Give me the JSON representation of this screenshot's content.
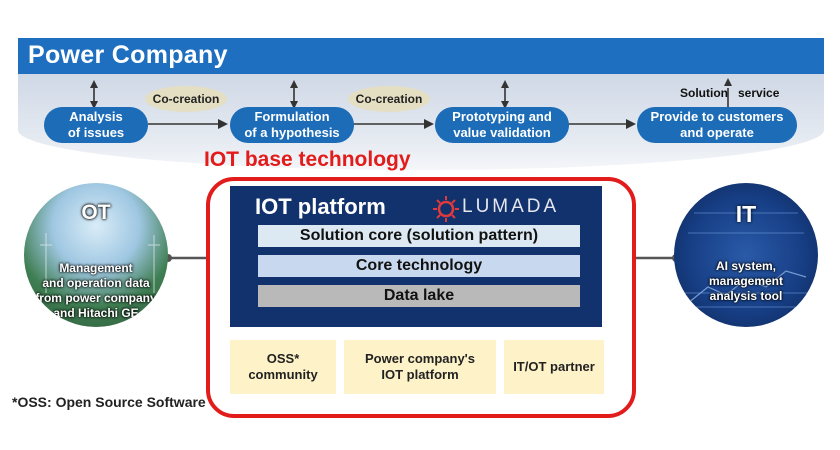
{
  "header": {
    "title": "Power Company"
  },
  "flow": {
    "steps": [
      "Analysis\nof issues",
      "Formulation\nof a hypothesis",
      "Prototyping and\nvalue validation",
      "Provide to customers\nand operate"
    ],
    "cocreation_labels": [
      "Co-creation",
      "Co-creation"
    ],
    "solution_label": "Solution",
    "service_label": "service"
  },
  "iot_base": {
    "title": "IOT base technology",
    "platform_title": "IOT platform",
    "lumada": "LUMADA",
    "layers": [
      "Solution core (solution pattern)",
      "Core technology",
      "Data lake"
    ],
    "partners": [
      "OSS*\ncommunity",
      "Power company's\nIOT platform",
      "IT/OT partner"
    ]
  },
  "ot": {
    "title": "OT",
    "text": "Management\nand operation data\nfrom power company\nand Hitachi GE"
  },
  "it": {
    "title": "IT",
    "text": "AI system,\nmanagement\nanalysis tool"
  },
  "footnote": "*OSS: Open Source Software",
  "colors": {
    "header_blue": "#1e6fc0",
    "pill_blue": "#1d6cb8",
    "platform_navy": "#12326e",
    "frame_red": "#e21b1b",
    "layer_light": "#dce9f2",
    "layer_mid": "#c8d8ee",
    "layer_gray": "#b9b9b9",
    "partner_yellow": "#fdf2c8"
  }
}
